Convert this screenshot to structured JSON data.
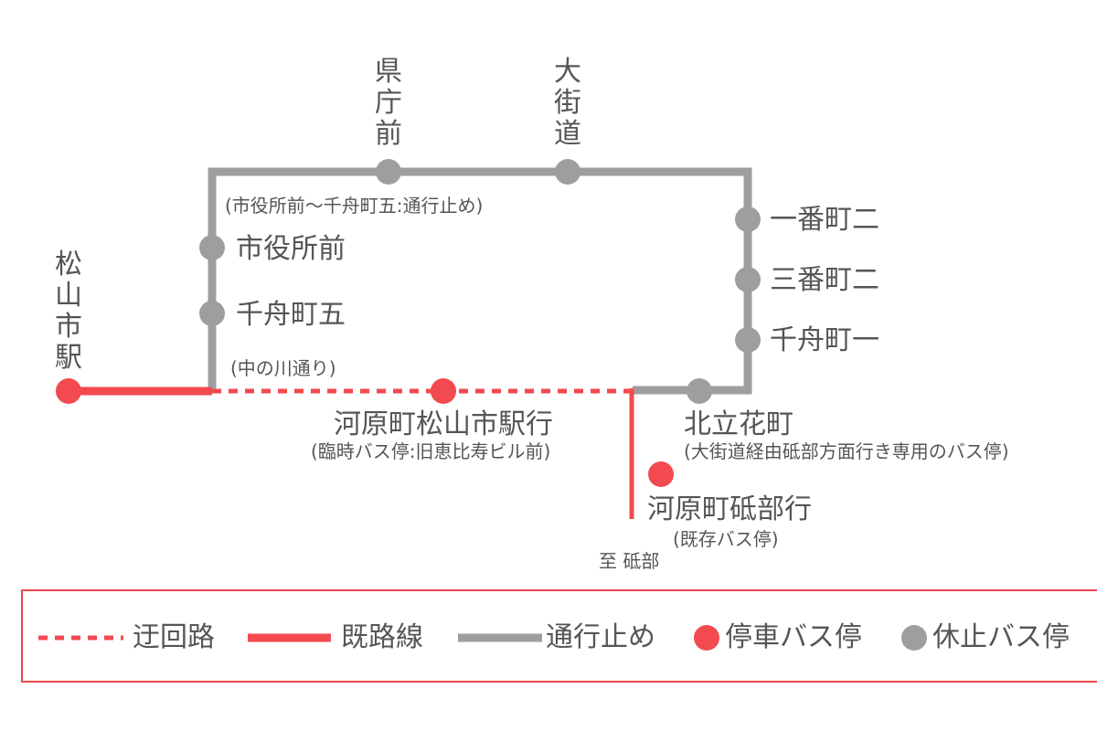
{
  "colors": {
    "gray_line": "#9e9e9e",
    "red": "#f24a4e",
    "gray_stop": "#9e9e9e",
    "legend_border": "#e8484c"
  },
  "stations": {
    "kencho_mae": "県庁前",
    "okaido": "大街道",
    "matsuyama_eki": "松山市駅",
    "shiyakusho_mae": "市役所前",
    "senbunmachi5": "千舟町五",
    "ichibancho2": "一番町二",
    "sanbancho2": "三番町二",
    "senbunmachi1": "千舟町一",
    "kitatachibanacho": "北立花町",
    "kitatachibanacho_note": "(大街道経由砥部方面行き専用のバス停)",
    "kawaramachi_matsuyama": "河原町松山市駅行",
    "kawaramachi_matsuyama_note": "(臨時バス停:旧恵比寿ビル前)",
    "kawaramachi_tobe": "河原町砥部行",
    "kawaramachi_tobe_note": "(既存バス停)",
    "to_tobe": "至 砥部"
  },
  "notes": {
    "closure": "(市役所前〜千舟町五:通行止め)",
    "nakanokawa": "(中の川通り)"
  },
  "legend": {
    "detour": "迂回路",
    "existing": "既路線",
    "closed": "通行止め",
    "active_stop": "停車バス停",
    "suspended_stop": "休止バス停"
  }
}
